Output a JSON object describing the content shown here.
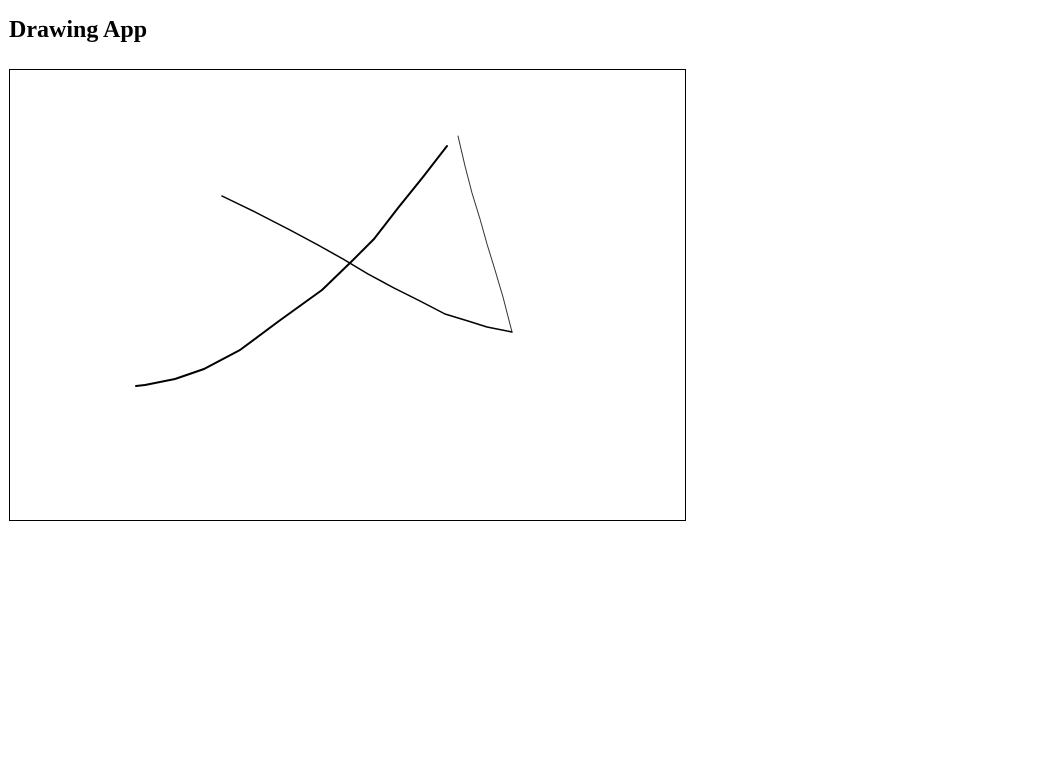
{
  "app": {
    "title": "Drawing App"
  },
  "canvas": {
    "background_color": "#ffffff",
    "border_color": "#000000",
    "stroke_color": "#000000",
    "strokes": [
      {
        "name": "curve-stroke",
        "width": 2,
        "opacity": 1
      },
      {
        "name": "descending-stroke",
        "width": 1.5,
        "opacity": 1
      },
      {
        "name": "thin-stroke",
        "width": 1,
        "opacity": 0.8
      }
    ]
  }
}
